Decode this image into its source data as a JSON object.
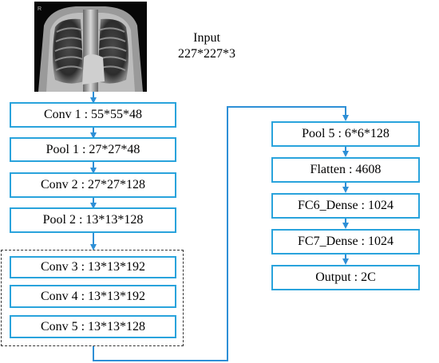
{
  "input": {
    "title": "Input",
    "dims": "227*227*3"
  },
  "image": {
    "corner_mark": "R"
  },
  "colors": {
    "box_border": "#29a3dc",
    "arrow": "#2e8fd6"
  },
  "left_column": [
    {
      "id": "conv1",
      "label": "Conv 1 : 55*55*48"
    },
    {
      "id": "pool1",
      "label": "Pool 1 : 27*27*48"
    },
    {
      "id": "conv2",
      "label": "Conv 2 : 27*27*128"
    },
    {
      "id": "pool2",
      "label": "Pool 2 : 13*13*128"
    },
    {
      "id": "conv3",
      "label": "Conv 3 : 13*13*192"
    },
    {
      "id": "conv4",
      "label": "Conv 4 : 13*13*192"
    },
    {
      "id": "conv5",
      "label": "Conv 5 : 13*13*128"
    }
  ],
  "right_column": [
    {
      "id": "pool5",
      "label": "Pool 5 : 6*6*128"
    },
    {
      "id": "flatten",
      "label": "Flatten : 4608"
    },
    {
      "id": "fc6",
      "label": "FC6_Dense : 1024"
    },
    {
      "id": "fc7",
      "label": "FC7_Dense : 1024"
    },
    {
      "id": "output",
      "label": "Output : 2C"
    }
  ]
}
